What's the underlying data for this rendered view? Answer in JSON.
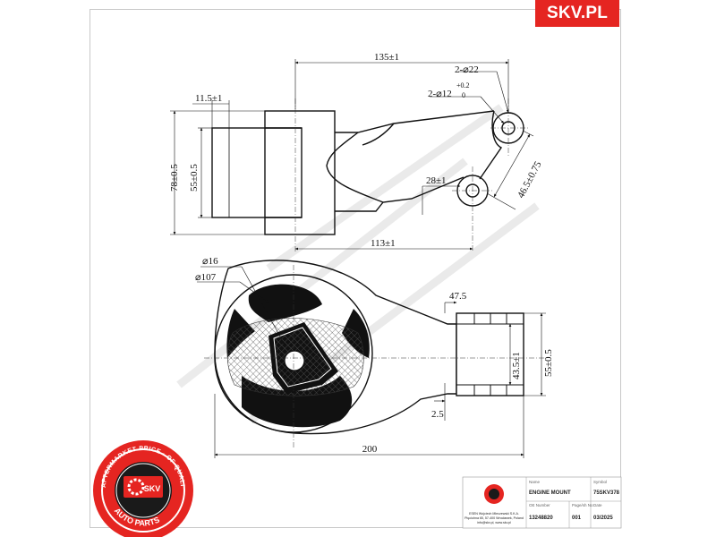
{
  "brand": {
    "logo_text": "SKV.PL",
    "color": "#e52521"
  },
  "dimensions_top": {
    "width_135": "135±1",
    "hole_large": "2-⌀22",
    "tol_plus": "+0.2",
    "tol_zero": "0",
    "hole_small": "2-⌀12",
    "left_offset": "11.5±1",
    "height_outer": "78±0.5",
    "height_inner": "55±0.5",
    "arm_offset": "28±1",
    "bottom_width": "113±1",
    "hole_spacing": "46.5±0.75"
  },
  "dimensions_bottom": {
    "dia_16": "⌀16",
    "dia_107": "⌀107",
    "stub_width": "47.5",
    "stub_height": "43.5±1",
    "stub_outer": "55±0.5",
    "gap": "2.5",
    "overall_width": "200"
  },
  "seal": {
    "ring_text": "AFTERMARKET PRICE · OF QUALITY ·",
    "center_text": "SKV",
    "bottom_text": "AUTO PARTS"
  },
  "title_block": {
    "company_line1": "ESEN Wojciech Mleczewski S.K.A.",
    "company_line2": "Pięciuhna 65, 57-400 Wrocławek, Poland",
    "company_line3": "info@skv.pl, www.skv.pl",
    "label_name": "Name",
    "label_symbol": "Symbol",
    "name": "ENGINE MOUNT",
    "symbol": "75SKV378",
    "label_oe": "OE Number",
    "label_page": "Page/sh No",
    "label_date": "Date",
    "oe_number": "13248820",
    "page": "001",
    "date": "03/2025"
  }
}
